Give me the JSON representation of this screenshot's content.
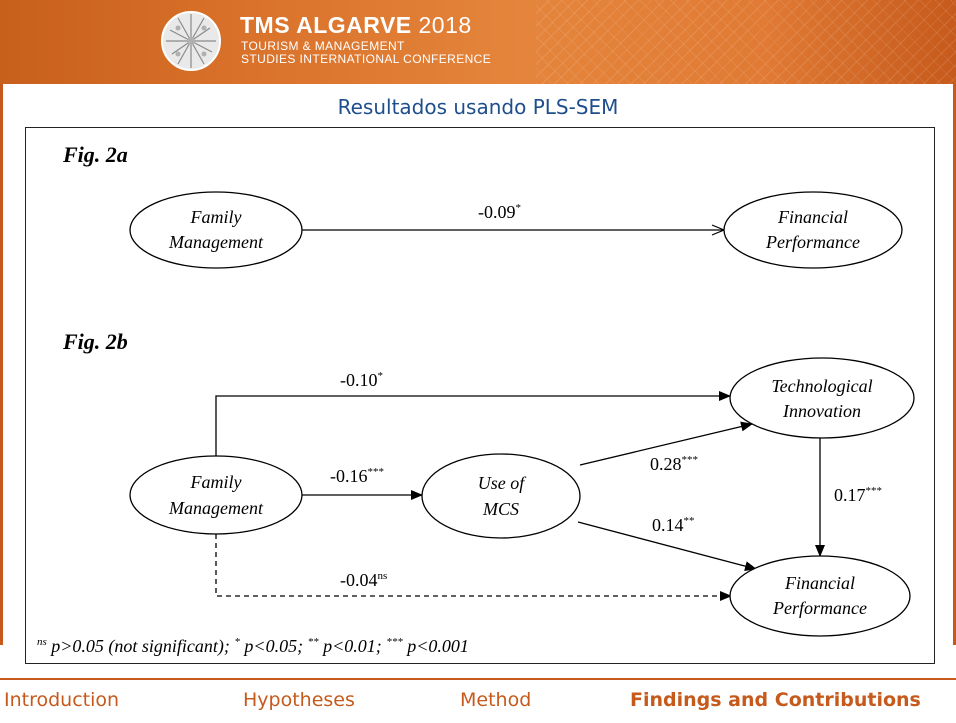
{
  "header": {
    "conference_name": "TMS ALGARVE",
    "conference_year": "2018",
    "subtitle_line1": "TOURISM & MANAGEMENT",
    "subtitle_line2": "STUDIES INTERNATIONAL CONFERENCE"
  },
  "slide": {
    "title": "Resultados usando PLS-SEM"
  },
  "fig2a": {
    "label": "Fig. 2a",
    "node_family_line1": "Family",
    "node_family_line2": "Management",
    "node_finance_line1": "Financial",
    "node_finance_line2": "Performance",
    "path_coef": "-0.09",
    "path_sig": "*"
  },
  "fig2b": {
    "label": "Fig. 2b",
    "node_family_line1": "Family",
    "node_family_line2": "Management",
    "node_mcs_line1": "Use of",
    "node_mcs_line2": "MCS",
    "node_innov_line1": "Technological",
    "node_innov_line2": "Innovation",
    "node_finance_line1": "Financial",
    "node_finance_line2": "Performance",
    "fm_to_ti_coef": "-0.10",
    "fm_to_ti_sig": "*",
    "fm_to_mcs_coef": "-0.16",
    "fm_to_mcs_sig": "***",
    "mcs_to_ti_coef": "0.28",
    "mcs_to_ti_sig": "***",
    "mcs_to_fp_coef": "0.14",
    "mcs_to_fp_sig": "**",
    "ti_to_fp_coef": "0.17",
    "ti_to_fp_sig": "***",
    "fm_to_fp_coef": "-0.04",
    "fm_to_fp_sig": "ns"
  },
  "legend": {
    "ns_mark": "ns",
    "ns_text": " p>0.05 (not significant); ",
    "star1_mark": "*",
    "star1_text": " p<0.05; ",
    "star2_mark": "**",
    "star2_text": " p<0.01; ",
    "star3_mark": "***",
    "star3_text": " p<0.001"
  },
  "nav": {
    "items": [
      "Introduction",
      "Hypotheses",
      "Method",
      "Findings and Contributions"
    ],
    "active_index": 3
  },
  "colors": {
    "accent": "#c65a1c",
    "title_blue": "#1f4e8c"
  }
}
